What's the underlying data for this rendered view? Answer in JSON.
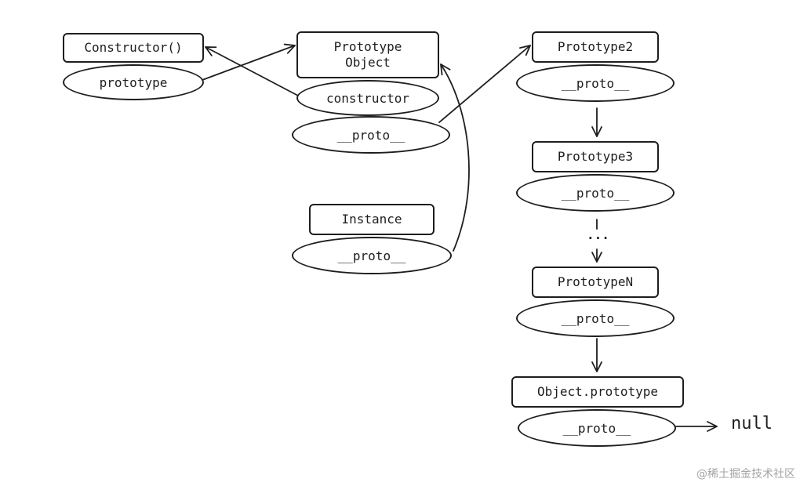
{
  "nodes": {
    "constructor_box": "Constructor()",
    "constructor_prototype": "prototype",
    "prototype_object_box": "Prototype\nObject",
    "prototype_object_constructor": "constructor",
    "prototype_object_proto": "__proto__",
    "prototype2_box": "Prototype2",
    "prototype2_proto": "__proto__",
    "prototype3_box": "Prototype3",
    "prototype3_proto": "__proto__",
    "ellipsis": "...",
    "prototypeN_box": "PrototypeN",
    "prototypeN_proto": "__proto__",
    "object_prototype_box": "Object.prototype",
    "object_prototype_proto": "__proto__",
    "instance_box": "Instance",
    "instance_proto": "__proto__",
    "null_label": "null"
  },
  "watermark": "@稀土掘金技术社区",
  "colors": {
    "stroke": "#1e1e1e",
    "background": "#ffffff",
    "watermark": "#a3a3a3"
  }
}
